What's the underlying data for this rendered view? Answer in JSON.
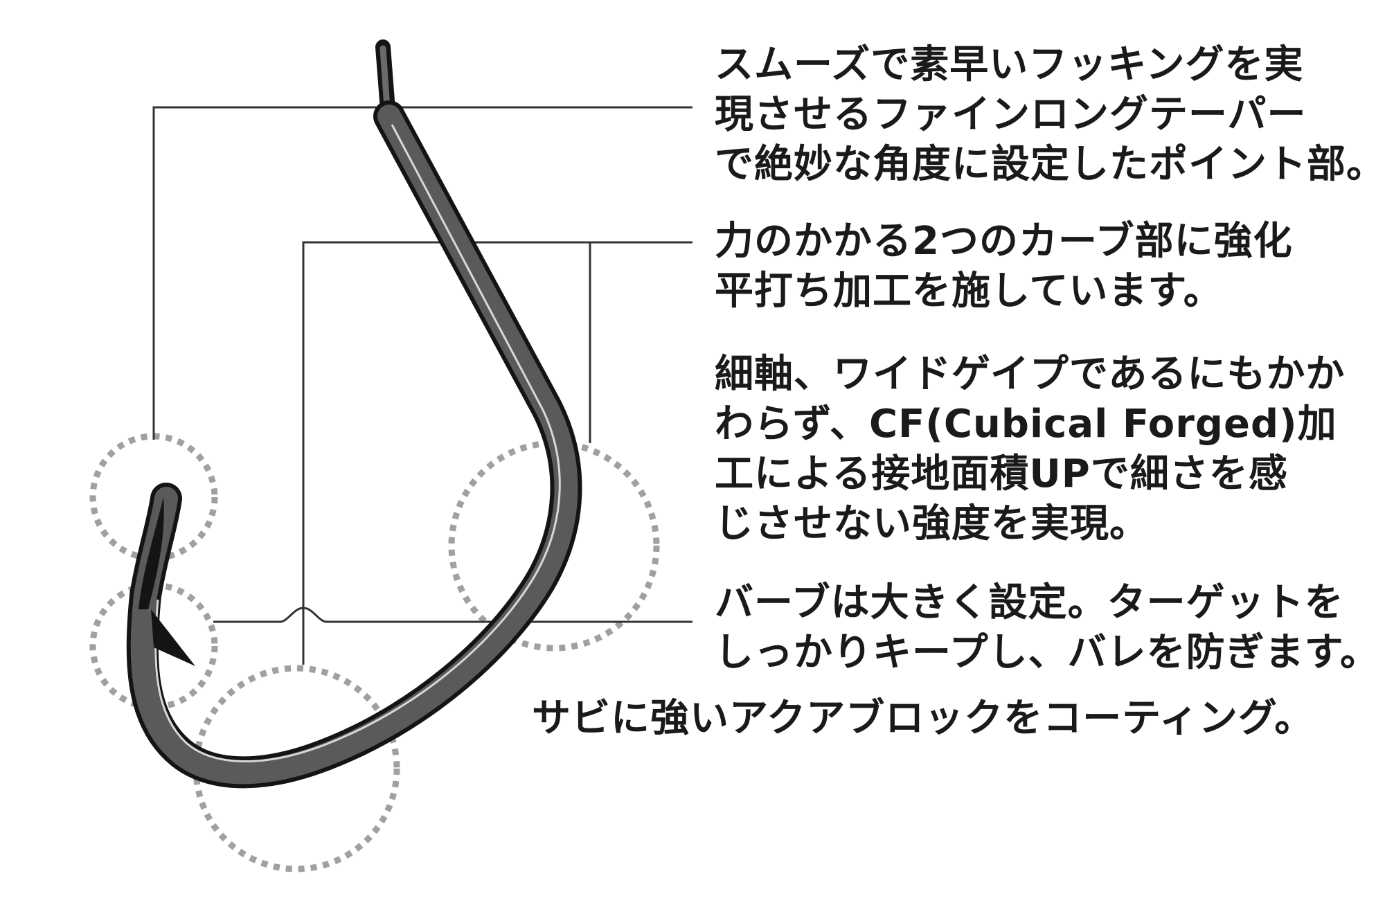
{
  "callouts": {
    "point": {
      "lines": [
        "スムーズで素早いフッキングを実",
        "現させるファインロングテーパー",
        "で絶妙な角度に設定したポイント部。"
      ]
    },
    "curve": {
      "lines": [
        "力のかかる2つのカーブ部に強化",
        "平打ち加工を施しています。"
      ]
    },
    "shaft": {
      "lines": [
        "細軸、ワイドゲイプであるにもかか",
        "わらず、CF(Cubical Forged)加",
        "工による接地面積UPで細さを感",
        "じさせない強度を実現。"
      ]
    },
    "barb": {
      "lines": [
        "バーブは大きく設定。ターゲットを",
        "しっかりキープし、バレを防ぎます。"
      ]
    },
    "coating": {
      "lines": [
        "サビに強いアクアブロックをコーティング。"
      ]
    }
  },
  "colors": {
    "text": "#1a1a1a",
    "leader": "#333333",
    "dotted_circle": "#a0a0a0",
    "hook_fill": "#555555",
    "hook_outline": "#141414",
    "hook_highlight": "#d8d8d8"
  }
}
